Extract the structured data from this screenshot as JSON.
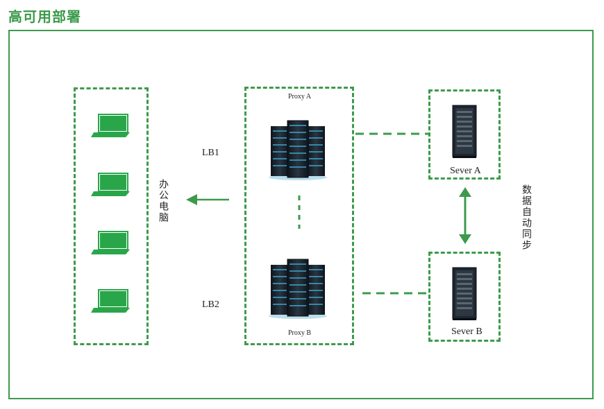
{
  "title": "高可用部署",
  "office_label": "办公电脑",
  "lb1_label": "LB1",
  "lb2_label": "LB2",
  "proxy_a_label": "Proxy A",
  "proxy_b_label": "Proxy B",
  "server_a_label": "Sever A",
  "server_b_label": "Sever B",
  "sync_label": "数据自动同步",
  "colors": {
    "accent": "#3d9a4c",
    "laptop": "#2aa64a",
    "server_dark": "#1c2530",
    "server_glow": "#3aa0c8"
  },
  "icons": [
    "laptop-icon",
    "server-rack-icon",
    "server-cabinet-icon",
    "arrow-left-icon",
    "double-arrow-icon"
  ],
  "laptop_count": 4
}
